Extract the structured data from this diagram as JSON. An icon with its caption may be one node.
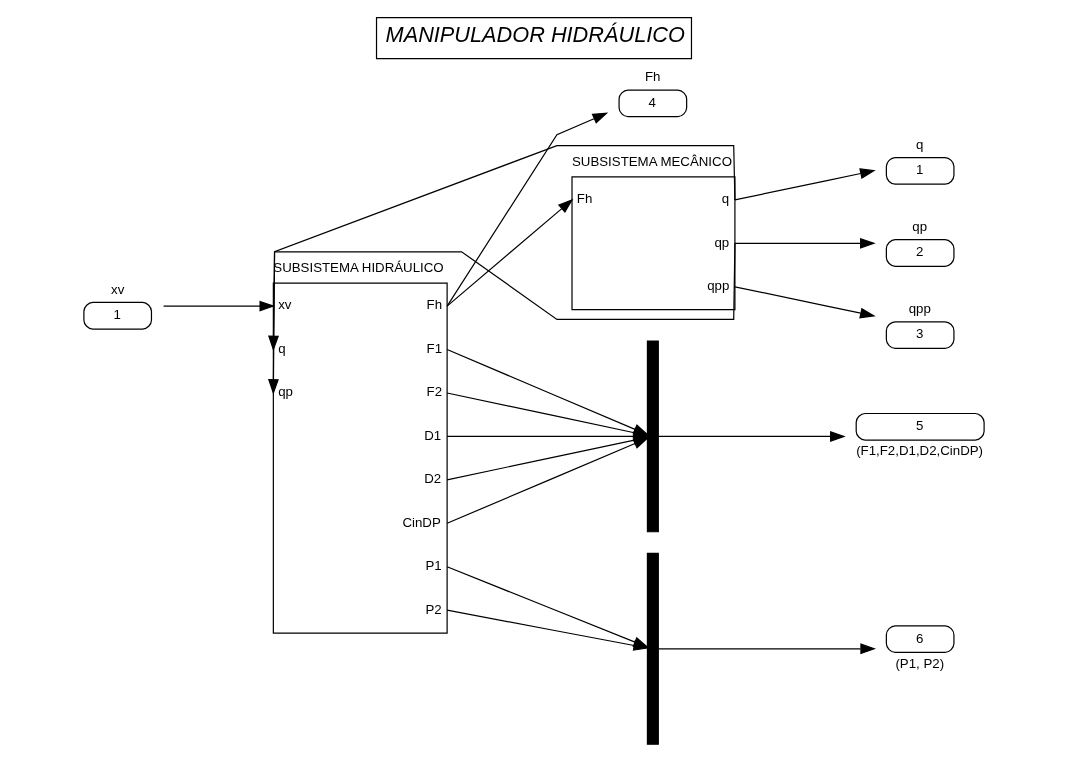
{
  "diagram": {
    "title": "MANIPULADOR HIDRÁULICO",
    "nodes": [
      {
        "text": [
          "1"
        ],
        "beside": [
          "xv"
        ]
      },
      {
        "text": [
          "SUBSISTEMA HIDRÁULICO",
          "xv",
          "q",
          "qp",
          "Fh",
          "F1",
          "F2",
          "D1",
          "D2",
          "CinDP",
          "P1",
          "P2"
        ]
      },
      {
        "text": [],
        "shape": "bar"
      },
      {
        "text": [],
        "shape": "bar"
      },
      {
        "text": [
          "4"
        ],
        "beside": [
          "Fh"
        ]
      },
      {
        "text": [
          "5"
        ],
        "beside": [
          "(F1,F2,D1,D2,CinDP)"
        ]
      },
      {
        "text": [
          "6"
        ],
        "beside": [
          "(P1, P2)"
        ]
      },
      {
        "text": [
          "SUBSISTEMA MECÂNICO",
          "Fh",
          "q",
          "qp",
          "qpp"
        ]
      },
      {
        "text": [
          "1"
        ],
        "beside": [
          "q"
        ]
      },
      {
        "text": [
          "2"
        ],
        "beside": [
          "qp"
        ]
      },
      {
        "text": [
          "3"
        ],
        "beside": [
          "qpp"
        ]
      }
    ],
    "edges": [
      {
        "from": 0,
        "to": 1,
        "arrow": "to"
      },
      {
        "from": 1,
        "to": 7,
        "arrow": "to"
      },
      {
        "from": 1,
        "to": 4,
        "arrow": "to"
      },
      {
        "from": 1,
        "to": 2,
        "arrow": "to"
      },
      {
        "from": 1,
        "to": 2,
        "arrow": "to"
      },
      {
        "from": 1,
        "to": 2,
        "arrow": "to"
      },
      {
        "from": 1,
        "to": 2,
        "arrow": "to"
      },
      {
        "from": 1,
        "to": 2,
        "arrow": "to"
      },
      {
        "from": 1,
        "to": 3,
        "arrow": "to"
      },
      {
        "from": 1,
        "to": 3,
        "arrow": "to"
      },
      {
        "from": 2,
        "to": 5,
        "arrow": "to"
      },
      {
        "from": 3,
        "to": 6,
        "arrow": "to"
      },
      {
        "from": 7,
        "to": 8,
        "arrow": "to"
      },
      {
        "from": 7,
        "to": 9,
        "arrow": "to"
      },
      {
        "from": 7,
        "to": 10,
        "arrow": "to"
      },
      {
        "from": 7,
        "to": 1,
        "arrow": "to"
      },
      {
        "from": 7,
        "to": 1,
        "arrow": "to"
      }
    ]
  }
}
